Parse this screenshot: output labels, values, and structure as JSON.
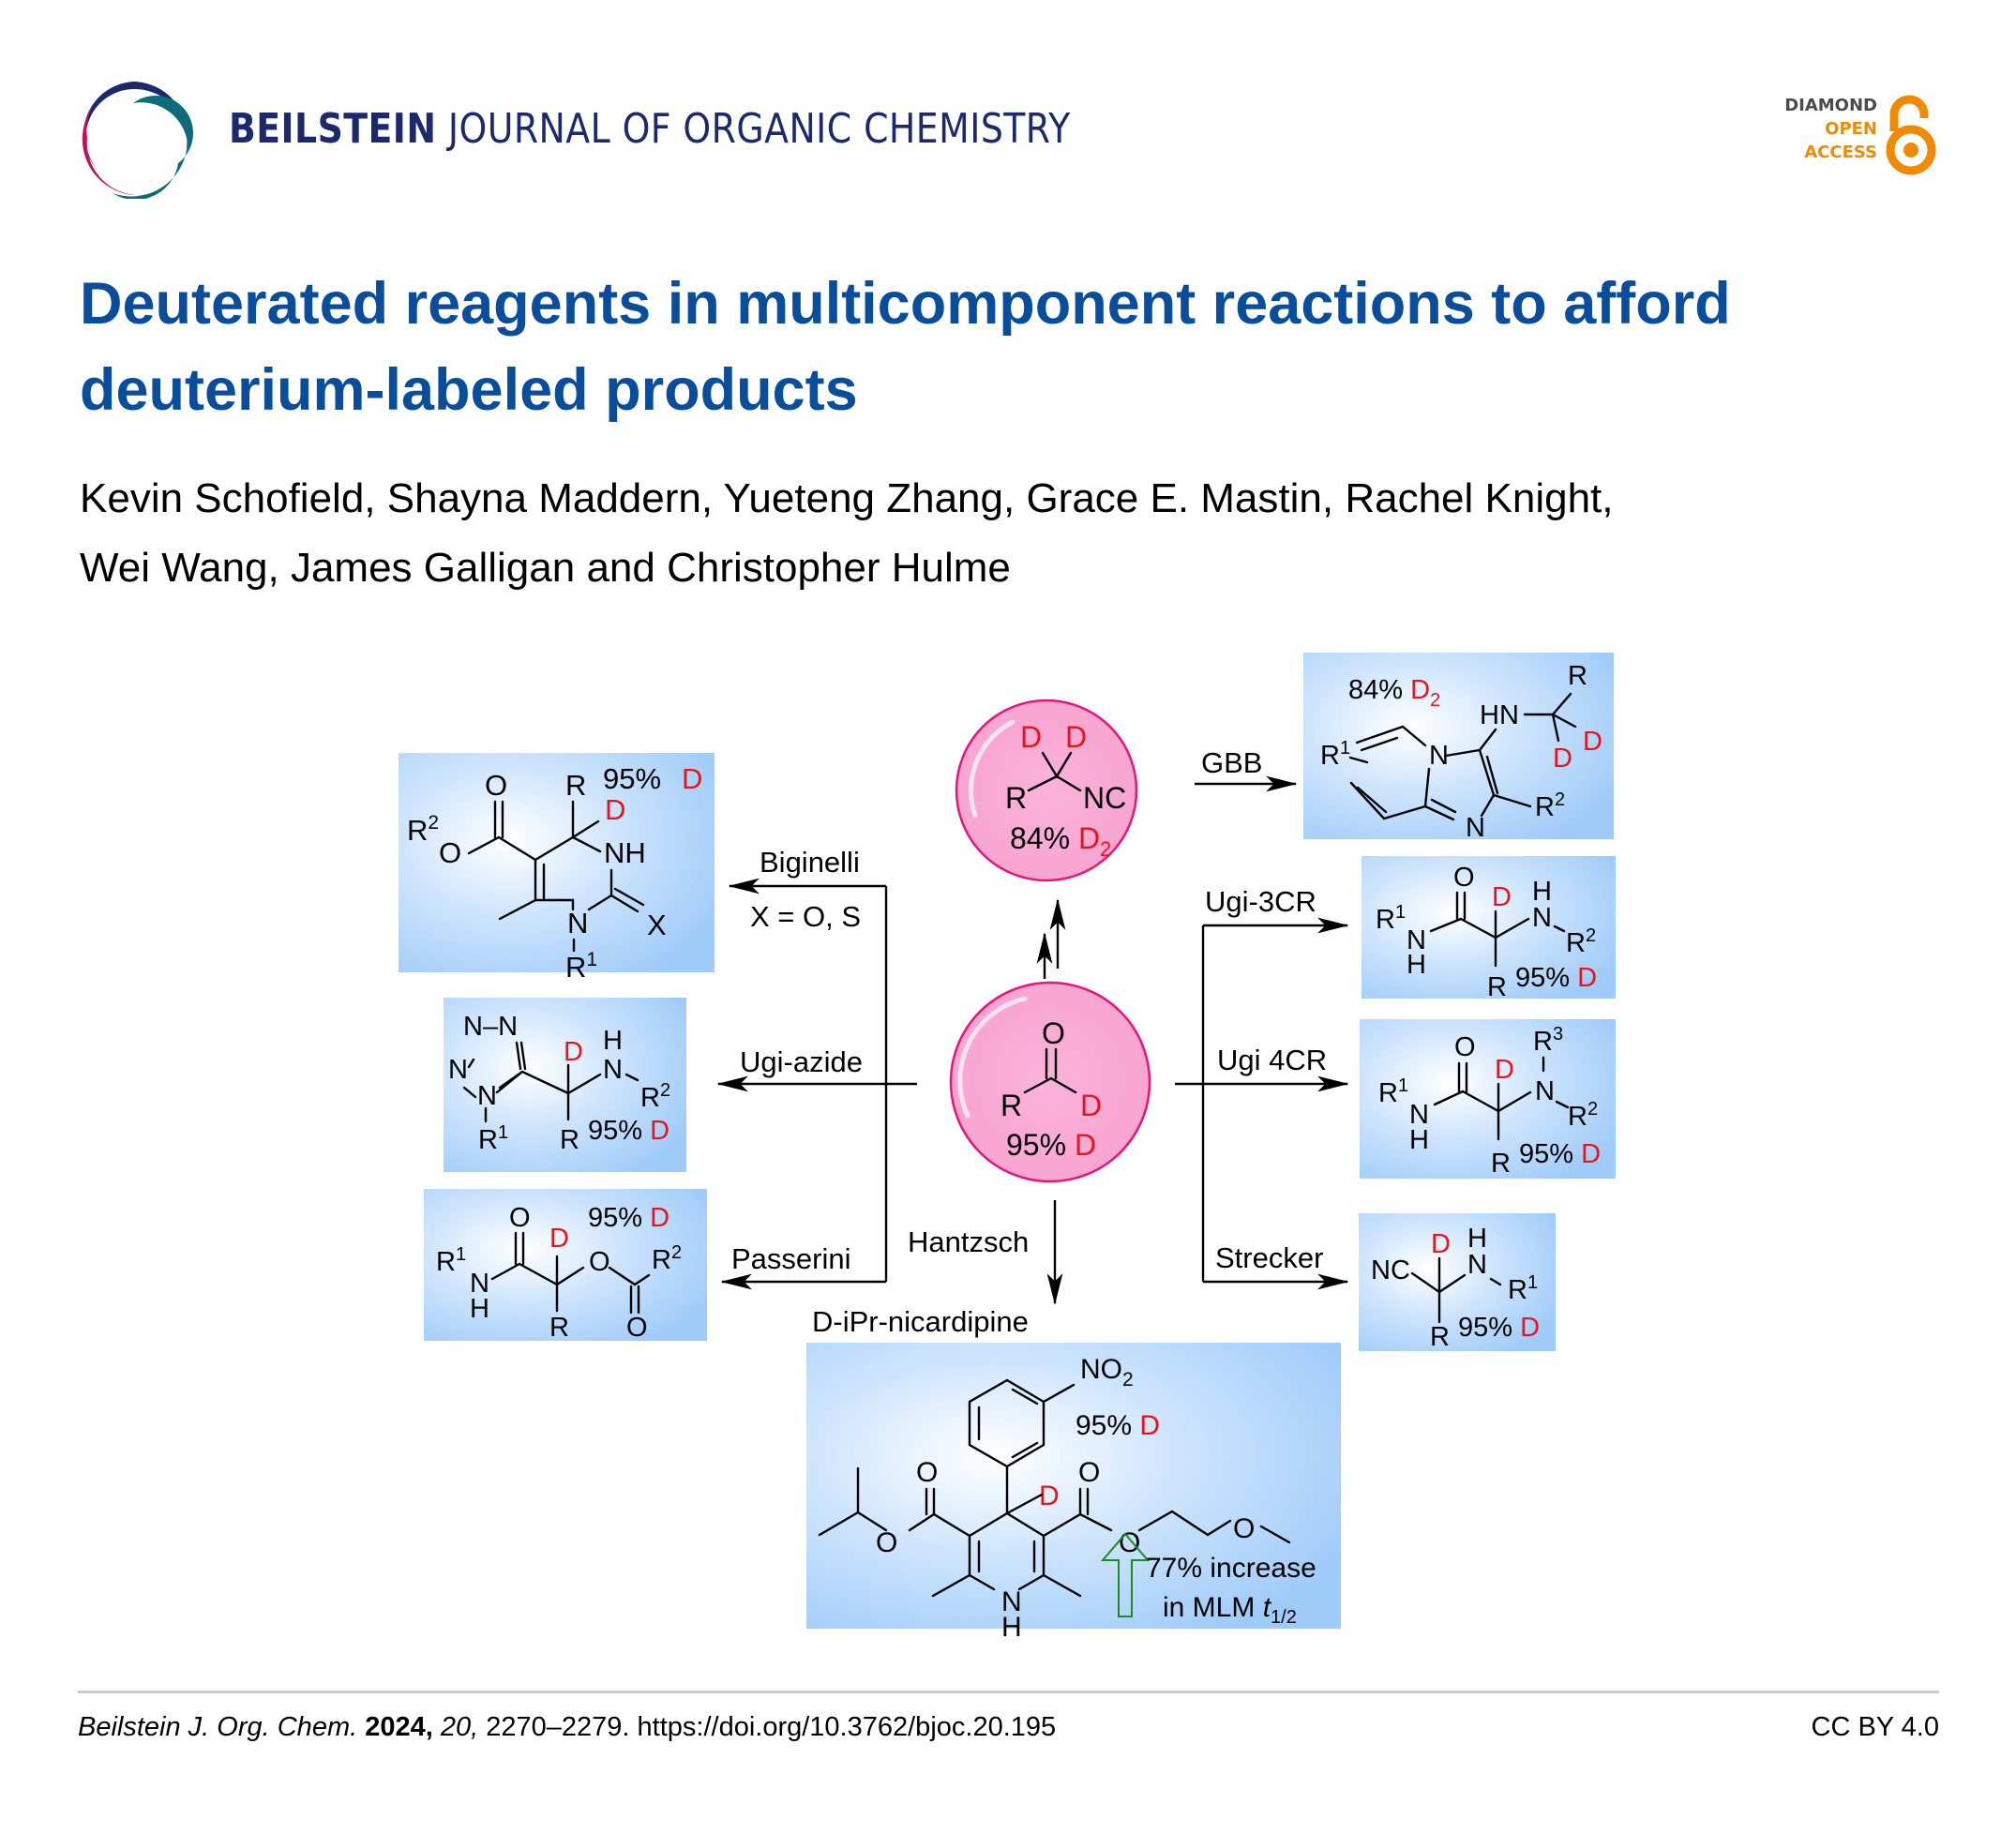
{
  "header": {
    "journal_bold": "BEILSTEIN",
    "journal_rest": "JOURNAL OF ORGANIC CHEMISTRY",
    "logo_icon": "beilstein-swirl-logo",
    "badge": {
      "line1": "DIAMOND",
      "line2": "OPEN",
      "line3": "ACCESS",
      "icon": "open-access-lock-icon"
    }
  },
  "article": {
    "title_line1": "Deuterated reagents in multicomponent reactions to afford",
    "title_line2": "deuterium-labeled products",
    "authors_line1": "Kevin Schofield, Shayna Maddern, Yueteng Zhang, Grace E. Mastin, Rachel Knight,",
    "authors_line2": "Wei Wang, James Galligan and Christopher Hulme"
  },
  "graphic": {
    "isocyanide": {
      "d": "D",
      "r": "R",
      "nc": "NC",
      "pct": "84%",
      "label": "D",
      "sub": "2"
    },
    "aldehyde": {
      "o": "O",
      "r": "R",
      "d": "D",
      "pct": "95%",
      "label": "D"
    },
    "reactions": {
      "biginelli": "Biginelli",
      "biginelli_note": "X = O, S",
      "ugi_azide": "Ugi-azide",
      "passerini": "Passerini",
      "hantzsch": "Hantzsch",
      "gbb": "GBB",
      "ugi3": "Ugi-3CR",
      "ugi4": "Ugi 4CR",
      "strecker": "Strecker"
    },
    "products": {
      "biginelli": {
        "pct": "95%",
        "d": "D",
        "o": "O",
        "r": "R",
        "r2": "R",
        "r2sup": "2",
        "nh": "NH",
        "n": "N",
        "x": "X",
        "r1": "R",
        "r1sup": "1",
        "ester_o": "O"
      },
      "ugi_azide": {
        "pct": "95%",
        "d": "D",
        "n": "N",
        "h": "H",
        "r2": "R",
        "r2sup": "2",
        "r1": "R",
        "r1sup": "1",
        "r": "R"
      },
      "passerini": {
        "pct": "95%",
        "d": "D",
        "o": "O",
        "r1": "R",
        "r1sup": "1",
        "n": "N",
        "h": "H",
        "r": "R",
        "r2": "R",
        "r2sup": "2"
      },
      "gbb": {
        "pct": "84%",
        "d": "D",
        "dsub": "2",
        "hn": "HN",
        "r": "R",
        "n": "N",
        "r1": "R",
        "r1sup": "1",
        "r2": "R",
        "r2sup": "2"
      },
      "ugi3": {
        "pct": "95%",
        "d": "D",
        "o": "O",
        "h": "H",
        "n": "N",
        "r1": "R",
        "r1sup": "1",
        "r2": "R",
        "r2sup": "2",
        "r": "R"
      },
      "ugi4": {
        "pct": "95%",
        "d": "D",
        "o": "O",
        "h": "H",
        "n": "N",
        "r1": "R",
        "r1sup": "1",
        "r2": "R",
        "r2sup": "2",
        "r3": "R",
        "r3sup": "3",
        "r": "R"
      },
      "strecker": {
        "pct": "95%",
        "d": "D",
        "nc": "NC",
        "h": "H",
        "n": "N",
        "r1": "R",
        "r1sup": "1",
        "r": "R"
      },
      "nicardipine": {
        "name": "D-iPr-nicardipine",
        "no2": "NO",
        "no2sub": "2",
        "pct": "95%",
        "d": "D",
        "o": "O",
        "n": "N",
        "h": "H",
        "increase": "77% increase",
        "mlm": "in MLM ",
        "t": "t",
        "tsub": "1/2"
      }
    }
  },
  "footer": {
    "journal_abbrev": "Beilstein J. Org. Chem.",
    "year": "2024,",
    "volume": "20,",
    "pages": "2270–2279.",
    "doi": "https://doi.org/10.3762/bjoc.20.195",
    "license": "CC BY 4.0"
  },
  "colors": {
    "title_blue": "#0a4d9a",
    "journal_navy": "#1c2a6b",
    "deuterium_red": "#e8141c",
    "oa_orange": "#f08a00",
    "bubble_pink": "#f9aed6",
    "bubble_stroke": "#e8147a",
    "box_blue": "#a9d1fb",
    "arrow_green": "#1f8a1f"
  }
}
